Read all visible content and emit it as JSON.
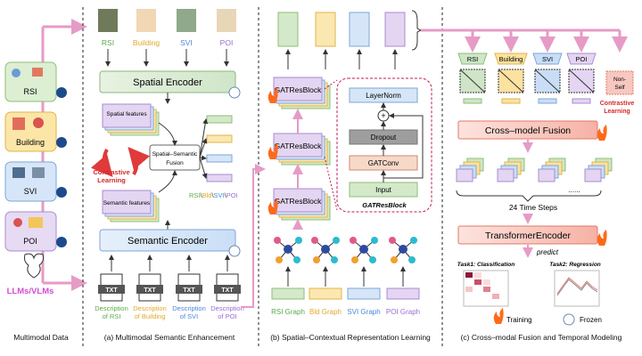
{
  "modal_labels": {
    "rsi": "RSI",
    "building": "Building",
    "svi": "SVI",
    "poi": "POI",
    "rsi_colored": "RSI",
    "building_colored": "Building",
    "svi_colored": "SVI",
    "poi_colored": "POI"
  },
  "left": {
    "llm_label": "LLMs/VLMs",
    "caption": "Multimodal Data"
  },
  "panel_a": {
    "spatial_encoder": "Spatial Encoder",
    "spatial_features": "Spatial features",
    "semantic_features": "Semantic features",
    "fusion": [
      "Spatial–Semantic",
      "Fusion"
    ],
    "contrastive": [
      "Contrastive",
      "Learning"
    ],
    "modal_list": [
      "RSI",
      "Bld",
      "SVI",
      "POI"
    ],
    "semantic_encoder": "Semantic Encoder",
    "txt": "TXT",
    "descriptions": [
      [
        "Description",
        "of RSI"
      ],
      [
        "Description",
        "of Building"
      ],
      [
        "Description",
        "of SVI"
      ],
      [
        "Description",
        "of POI"
      ]
    ],
    "caption": "(a) Multimodal Semantic Enhancement"
  },
  "panel_b": {
    "gatresblock": "GATResBlock",
    "detail": {
      "layernorm": "LayerNorm",
      "plus": "+",
      "dropout": "Dropout",
      "gatconv": "GATConv",
      "input": "Input",
      "title": "GATResBlock"
    },
    "graphs": [
      "RSI Graph",
      "Bld Graph",
      "SVI Graph",
      "POI Graph"
    ],
    "caption": "(b) Spatial–Contextual Representation Learning"
  },
  "panel_c": {
    "modals": [
      "RSI",
      "Building",
      "SVI",
      "POI"
    ],
    "non_self": [
      "Non-",
      "Self"
    ],
    "contrastive": [
      "Contrastive",
      "Learning"
    ],
    "cross_model_fusion": "Cross–model Fusion",
    "dots": "......",
    "time_steps": "24 Time Steps",
    "transformer": "TransformerEncoder",
    "predict": "predict",
    "task1": "Task1: Classification",
    "task2": "Task2: Regression",
    "legend_training": "Training",
    "legend_frozen": "Frozen",
    "caption": "(c) Cross–modal Fusion and Temporal Modeling"
  },
  "colors": {
    "rsi": "#9ccc7c",
    "building": "#f2c65a",
    "svi": "#8ab4e8",
    "poi": "#b79ad6",
    "red": "#e03a3a",
    "contrastive_text": "#d42a2a",
    "pink_arrow": "#e69bc6",
    "llm_text": "#d24fd0"
  }
}
